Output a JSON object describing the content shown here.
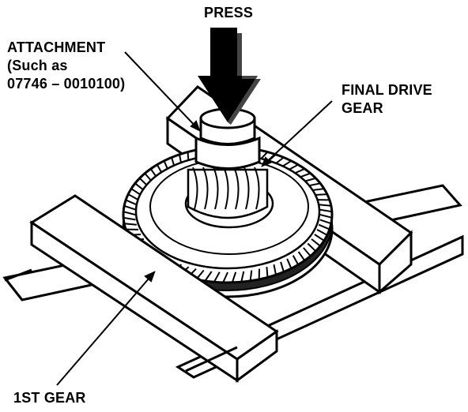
{
  "diagram": {
    "labels": {
      "press": "PRESS",
      "attachment": "ATTACHMENT",
      "attachment_note_1": "(Such as",
      "attachment_note_2": "07746 – 0010100)",
      "final_drive_line1": "FINAL DRIVE",
      "final_drive_line2": "GEAR",
      "first_gear": "1ST GEAR"
    },
    "colors": {
      "ink": "#000000",
      "paper": "#ffffff",
      "shade": "#111111"
    }
  }
}
